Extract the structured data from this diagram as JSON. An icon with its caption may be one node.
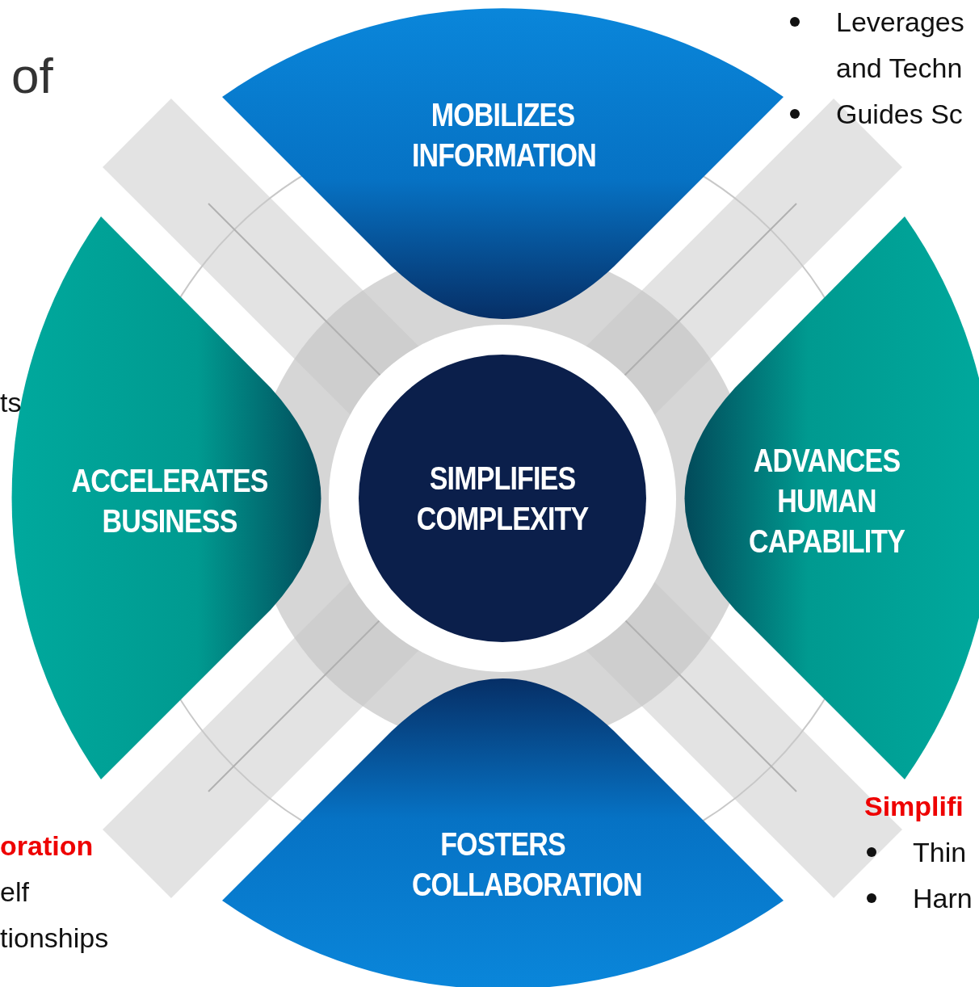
{
  "diagram": {
    "nodes": [
      {
        "text": [
          "MOBILIZES INFORMATION"
        ]
      },
      {
        "text": [
          "ACCELERATES BUSINESS"
        ]
      },
      {
        "text": [
          "SIMPLIFIES COMPLEXITY"
        ]
      },
      {
        "text": [
          "ADVANCES HUMAN CAPABILITY"
        ]
      },
      {
        "text": [
          "FOSTERS COLLABORATION"
        ]
      }
    ],
    "labels": [
      "of",
      "Leverages",
      "and Techn",
      "Guides Sc",
      "ts",
      "oration",
      "elf",
      "tionships",
      "Simplifi",
      "Thin",
      "Harn"
    ]
  }
}
